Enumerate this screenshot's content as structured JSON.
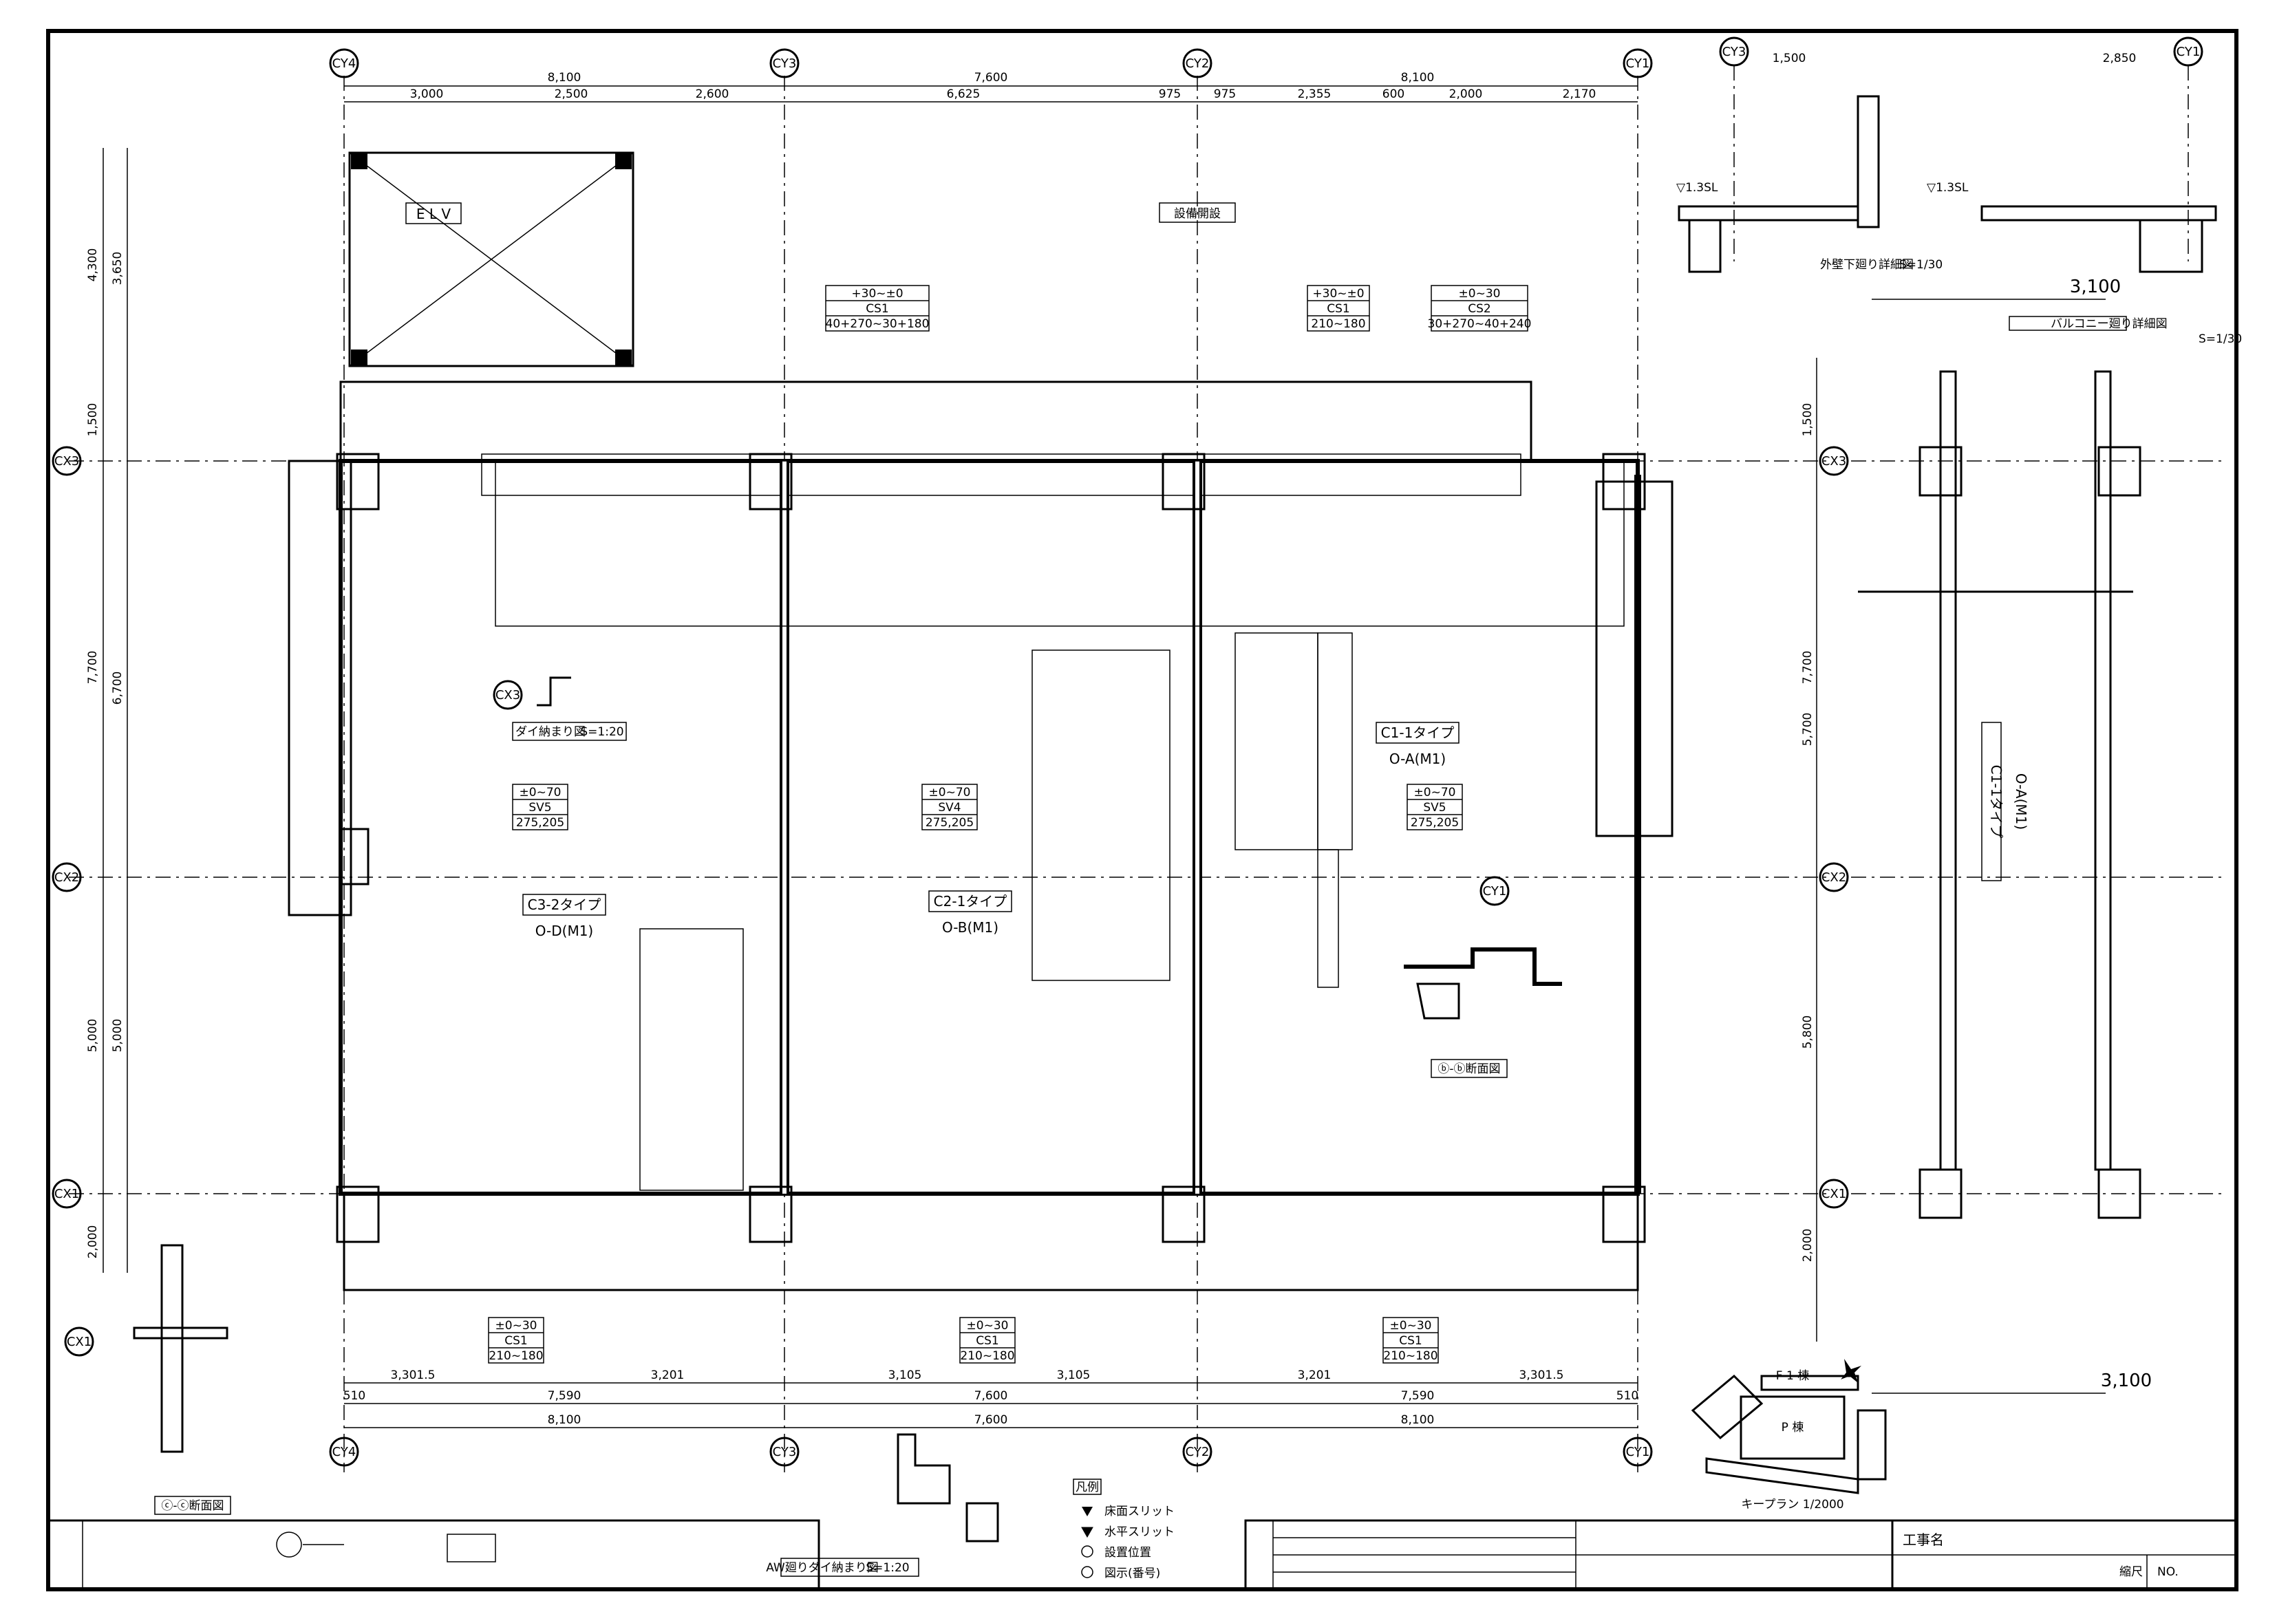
{
  "grid": {
    "columns": [
      "CY4",
      "CY3",
      "CY2",
      "CY1"
    ],
    "rows": [
      "CX3",
      "CX2",
      "CX1"
    ]
  },
  "dims_top": {
    "spans": [
      "8,100",
      "7,600",
      "8,100"
    ],
    "sub": [
      "3,000",
      "2,500",
      "2,600",
      "6,625",
      "975",
      "975",
      "2,355",
      "600",
      "2,000",
      "2,170"
    ]
  },
  "dims_bottom": {
    "spans": [
      "7,590",
      "7,600",
      "7,590"
    ],
    "totals": [
      "8,100",
      "7,600",
      "8,100"
    ],
    "ends": [
      "510",
      "510"
    ],
    "sub": [
      "3,301.5",
      "3,201",
      "3,105",
      "3,105",
      "3,201",
      "3,301.5"
    ]
  },
  "dims_left": {
    "outer": [
      "4,300",
      "1,500",
      "7,700",
      "5,000",
      "2,000"
    ],
    "inner": [
      "3,650",
      "6,700",
      "5,000"
    ]
  },
  "dims_right": [
    "1,500",
    "7,700",
    "5,700",
    "5,800",
    "2,000"
  ],
  "rooms": {
    "elv": "E L V",
    "c1_type": "C1-1タイプ",
    "c1_code": "O-A(M1)",
    "c2_type": "C2-1タイプ",
    "c2_code": "O-B(M1)",
    "c3_type": "C3-2タイプ",
    "c3_code": "O-D(M1)",
    "c1_side_type": "C1-1タイプ",
    "c1_side_code": "O-A(M1)",
    "equipment": "設備開設"
  },
  "finish_tags": {
    "tag1": [
      "±0~70",
      "SV5",
      "275,205"
    ],
    "tag2": [
      "±0~70",
      "SV4",
      "275,205"
    ],
    "tag3": [
      "±0~70",
      "SV5",
      "275,205"
    ],
    "tag_bottom1": [
      "±0~30",
      "CS1",
      "210~180"
    ],
    "tag_bottom2": [
      "±0~30",
      "CS1",
      "210~180"
    ],
    "tag_bottom3": [
      "±0~30",
      "CS1",
      "210~180"
    ],
    "tag_top1": [
      "+30~±0",
      "CS1",
      "40+270~30+180"
    ],
    "tag_top2": [
      "+30~±0",
      "CS1",
      "210~180"
    ],
    "tag_top3": [
      "±0~30",
      "CS2",
      "30+270~40+240"
    ]
  },
  "details": {
    "parapet_detail": "外壁下廻り詳細図",
    "parapet_scale": "S=1/30",
    "balcony_detail": "バルコニー廻り詳細図",
    "balcony_scale": "S=1/30",
    "dobuki_detail": "ダイ納まり図",
    "dobuki_scale": "S=1:20",
    "aw_detail": "AW廻りダイ納まり図",
    "aw_scale": "S=1:20",
    "section_bb": "ⓑ-ⓑ断面図",
    "section_cc": "ⓒ-ⓒ断面図",
    "level_1": "▽1.3SL",
    "level_2": "▽1.3SL",
    "dim_3100_top": "3,100",
    "dim_3100_bottom": "3,100",
    "dim_2850": "2,850",
    "dim_1500": "1,500"
  },
  "keyplan": {
    "label": "キープラン 1/2000",
    "block_f": "F 1 棟",
    "block_p": "P 棟"
  },
  "legend": {
    "title": "凡例",
    "items": [
      "床面スリット",
      "水平スリット",
      "設置位置",
      "図示(番号)"
    ]
  },
  "titleblock": {
    "project_label": "工事名",
    "scale_label": "縮尺",
    "no_label": "NO."
  }
}
